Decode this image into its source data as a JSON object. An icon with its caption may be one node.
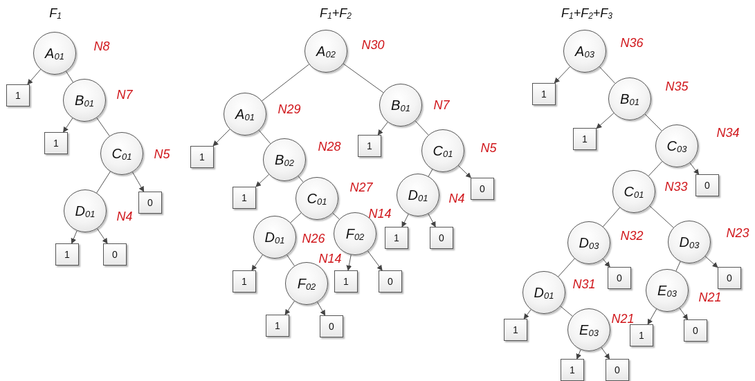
{
  "diagram": {
    "nodes": [
      {
        "text": [
          "A$_{01}$"
        ]
      },
      {
        "text": [
          "1"
        ]
      },
      {
        "text": [
          "B$_{01}$"
        ]
      },
      {
        "text": [
          "1"
        ]
      },
      {
        "text": [
          "C$_{01}$"
        ]
      },
      {
        "text": [
          "D$_{01}$"
        ]
      },
      {
        "text": [
          "1"
        ]
      },
      {
        "text": [
          "0"
        ]
      },
      {
        "text": [
          "0"
        ]
      },
      {
        "text": [
          "A$_{02}$"
        ]
      },
      {
        "text": [
          "A$_{01}$"
        ]
      },
      {
        "text": [
          "1"
        ]
      },
      {
        "text": [
          "B$_{02}$"
        ]
      },
      {
        "text": [
          "1"
        ]
      },
      {
        "text": [
          "C$_{01}$"
        ]
      },
      {
        "text": [
          "D$_{01}$"
        ]
      },
      {
        "text": [
          "1"
        ]
      },
      {
        "text": [
          "F$_{02}$"
        ]
      },
      {
        "text": [
          "1"
        ]
      },
      {
        "text": [
          "0"
        ]
      },
      {
        "text": [
          "F$_{02}$"
        ]
      },
      {
        "text": [
          "1"
        ]
      },
      {
        "text": [
          "0"
        ]
      },
      {
        "text": [
          "B$_{01}$"
        ]
      },
      {
        "text": [
          "1"
        ]
      },
      {
        "text": [
          "C$_{01}$"
        ]
      },
      {
        "text": [
          "D$_{01}$"
        ]
      },
      {
        "text": [
          "1"
        ]
      },
      {
        "text": [
          "0"
        ]
      },
      {
        "text": [
          "0"
        ]
      },
      {
        "text": [
          "A$_{03}$"
        ]
      },
      {
        "text": [
          "1"
        ]
      },
      {
        "text": [
          "B$_{01}$"
        ]
      },
      {
        "text": [
          "1"
        ]
      },
      {
        "text": [
          "C$_{03}$"
        ]
      },
      {
        "text": [
          "C$_{01}$"
        ]
      },
      {
        "text": [
          "D$_{03}$"
        ]
      },
      {
        "text": [
          "D$_{01}$"
        ]
      },
      {
        "text": [
          "1"
        ]
      },
      {
        "text": [
          "E$_{03}$"
        ]
      },
      {
        "text": [
          "1"
        ]
      },
      {
        "text": [
          "0"
        ]
      },
      {
        "text": [
          "0"
        ]
      },
      {
        "text": [
          "D$_{03}$"
        ]
      },
      {
        "text": [
          "E$_{03}$"
        ]
      },
      {
        "text": [
          "1"
        ]
      },
      {
        "text": [
          "0"
        ]
      },
      {
        "text": [
          "0"
        ]
      },
      {
        "text": [
          "0"
        ]
      }
    ],
    "edges": [
      {
        "from": 0,
        "to": 1,
        "arrow": "to"
      },
      {
        "from": 0,
        "to": 2,
        "arrow": "none"
      },
      {
        "from": 2,
        "to": 3,
        "arrow": "to"
      },
      {
        "from": 2,
        "to": 4,
        "arrow": "none"
      },
      {
        "from": 4,
        "to": 5,
        "arrow": "none"
      },
      {
        "from": 5,
        "to": 6,
        "arrow": "to"
      },
      {
        "from": 5,
        "to": 7,
        "arrow": "to"
      },
      {
        "from": 4,
        "to": 8,
        "arrow": "to"
      },
      {
        "from": 9,
        "to": 10,
        "arrow": "none"
      },
      {
        "from": 10,
        "to": 11,
        "arrow": "to"
      },
      {
        "from": 10,
        "to": 12,
        "arrow": "none"
      },
      {
        "from": 12,
        "to": 13,
        "arrow": "to"
      },
      {
        "from": 12,
        "to": 14,
        "arrow": "none"
      },
      {
        "from": 14,
        "to": 15,
        "arrow": "none"
      },
      {
        "from": 15,
        "to": 16,
        "arrow": "to"
      },
      {
        "from": 15,
        "to": 17,
        "arrow": "none"
      },
      {
        "from": 17,
        "to": 18,
        "arrow": "to"
      },
      {
        "from": 17,
        "to": 19,
        "arrow": "to"
      },
      {
        "from": 14,
        "to": 20,
        "arrow": "none"
      },
      {
        "from": 20,
        "to": 21,
        "arrow": "to"
      },
      {
        "from": 20,
        "to": 22,
        "arrow": "to"
      },
      {
        "from": 9,
        "to": 23,
        "arrow": "none"
      },
      {
        "from": 23,
        "to": 24,
        "arrow": "to"
      },
      {
        "from": 23,
        "to": 25,
        "arrow": "none"
      },
      {
        "from": 25,
        "to": 26,
        "arrow": "none"
      },
      {
        "from": 26,
        "to": 27,
        "arrow": "to"
      },
      {
        "from": 26,
        "to": 28,
        "arrow": "to"
      },
      {
        "from": 25,
        "to": 29,
        "arrow": "to"
      },
      {
        "from": 30,
        "to": 31,
        "arrow": "to"
      },
      {
        "from": 30,
        "to": 32,
        "arrow": "none"
      },
      {
        "from": 32,
        "to": 33,
        "arrow": "to"
      },
      {
        "from": 32,
        "to": 34,
        "arrow": "none"
      },
      {
        "from": 34,
        "to": 35,
        "arrow": "none"
      },
      {
        "from": 35,
        "to": 36,
        "arrow": "none"
      },
      {
        "from": 36,
        "to": 37,
        "arrow": "none"
      },
      {
        "from": 37,
        "to": 38,
        "arrow": "to"
      },
      {
        "from": 37,
        "to": 39,
        "arrow": "none"
      },
      {
        "from": 39,
        "to": 40,
        "arrow": "to"
      },
      {
        "from": 39,
        "to": 41,
        "arrow": "to"
      },
      {
        "from": 36,
        "to": 42,
        "arrow": "to"
      },
      {
        "from": 35,
        "to": 43,
        "arrow": "none"
      },
      {
        "from": 43,
        "to": 44,
        "arrow": "none"
      },
      {
        "from": 44,
        "to": 45,
        "arrow": "to"
      },
      {
        "from": 44,
        "to": 46,
        "arrow": "to"
      },
      {
        "from": 43,
        "to": 47,
        "arrow": "to"
      },
      {
        "from": 34,
        "to": 48,
        "arrow": "to"
      }
    ],
    "labels": [
      "F$_{1}$",
      "F$_{1}$+F$_{2}$",
      "F$_{1}$+F$_{2}$+F$_{3}$",
      "N8",
      "N7",
      "N5",
      "N4",
      "N30",
      "N29",
      "N28",
      "N27",
      "N26",
      "N14",
      "N14",
      "N7",
      "N5",
      "N4",
      "N36",
      "N35",
      "N34",
      "N33",
      "N32",
      "N31",
      "N21",
      "N23",
      "N21"
    ]
  }
}
